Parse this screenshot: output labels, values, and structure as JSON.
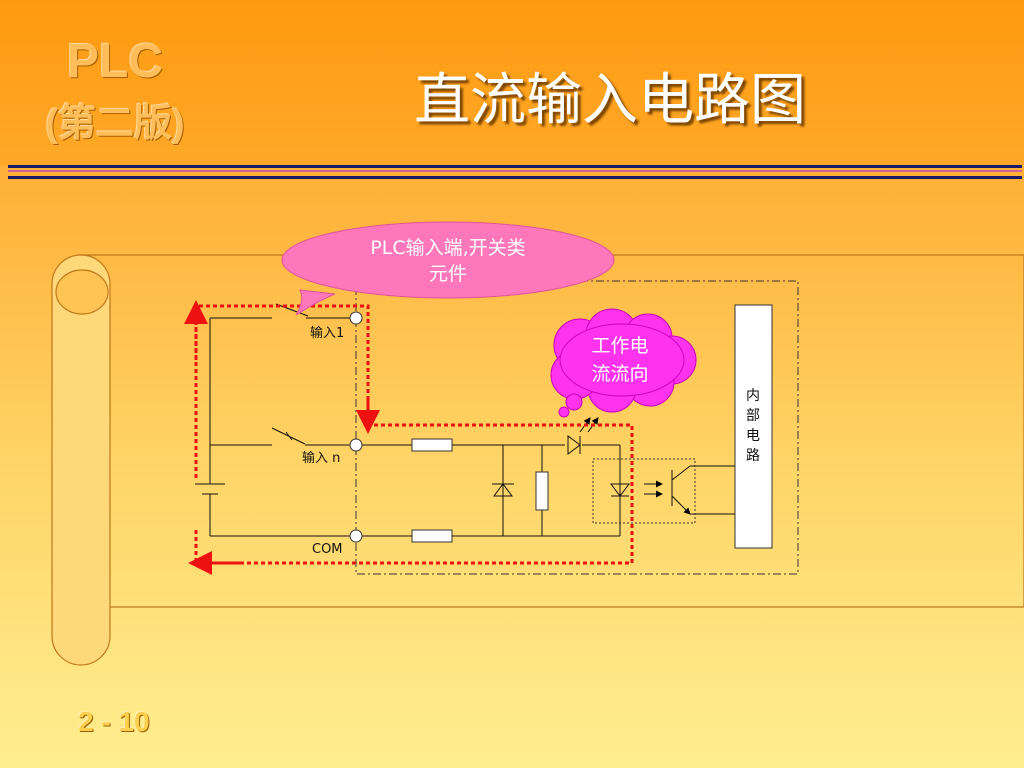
{
  "header": {
    "logo_line1": "PLC",
    "logo_line2": "(第二版)",
    "title": "直流输入电路图"
  },
  "diagram": {
    "callout_plc_line1": "PLC输入端,开关类",
    "callout_plc_line2": "元件",
    "callout_current_line1": "工作电",
    "callout_current_line2": "流流向",
    "label_input1": "输入1",
    "label_input_n": "输入  n",
    "label_com": "COM",
    "internal_circuit": [
      "内",
      "部",
      "电",
      "路"
    ]
  },
  "footer": {
    "page_number": "2 - 10"
  },
  "colors": {
    "header_orange": "#ff9a10",
    "title_text": "#ffffff",
    "callout_pink": "#ff77bb",
    "cloud_magenta": "#ff33ee",
    "current_path_red": "#ee1111"
  }
}
